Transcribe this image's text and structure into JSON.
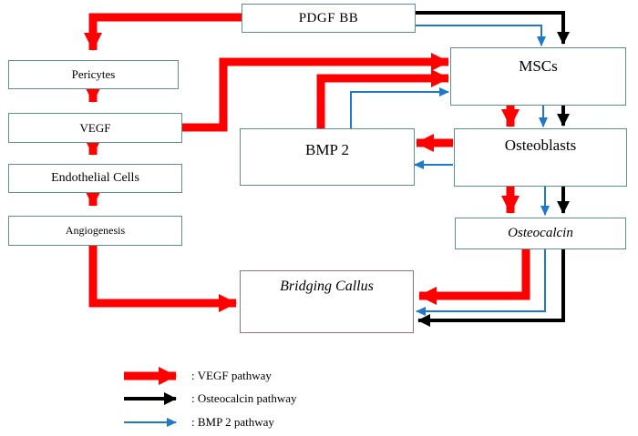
{
  "nodes": {
    "pdgf": "PDGF BB",
    "pericytes": "Pericytes",
    "vegf": "VEGF",
    "endothelial": "Endothelial Cells",
    "angiogenesis": "Angiogenesis",
    "mscs": "MSCs",
    "bmp2": "BMP 2",
    "osteoblasts": "Osteoblasts",
    "osteocalcin": "Osteocalcin",
    "bridging": "Bridging Callus"
  },
  "legend": {
    "vegf": ": VEGF pathway",
    "osteocalcin": ": Osteocalcin pathway",
    "bmp2": ": BMP 2 pathway"
  },
  "colors": {
    "vegf_pathway": "#ff0000",
    "osteocalcin_pathway": "#000000",
    "bmp2_pathway": "#1f78c8",
    "node_border_teal": "#5f8f8f",
    "node_border_brown": "#a07070"
  }
}
